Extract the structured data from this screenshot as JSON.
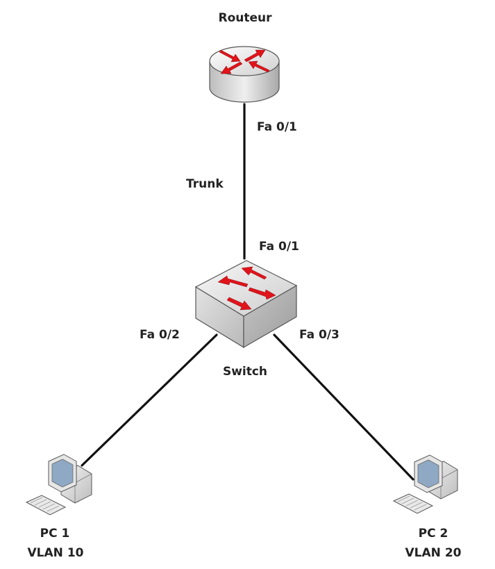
{
  "router": {
    "label": "Routeur"
  },
  "switch": {
    "label": "Switch"
  },
  "link_router_switch": {
    "label": "Trunk",
    "router_port": "Fa 0/1",
    "switch_port": "Fa 0/1"
  },
  "link_switch_pc1": {
    "switch_port": "Fa 0/2"
  },
  "link_switch_pc2": {
    "switch_port": "Fa 0/3"
  },
  "pc1": {
    "label": "PC 1",
    "vlan": "VLAN 10"
  },
  "pc2": {
    "label": "PC 2",
    "vlan": "VLAN 20"
  },
  "colors": {
    "arrow": "#e0141b",
    "device_body": "#d7d7d7",
    "cable": "#111111",
    "text": "#222222"
  },
  "icons": {
    "router": "router-icon",
    "switch": "switch-icon",
    "pc": "computer-icon"
  }
}
